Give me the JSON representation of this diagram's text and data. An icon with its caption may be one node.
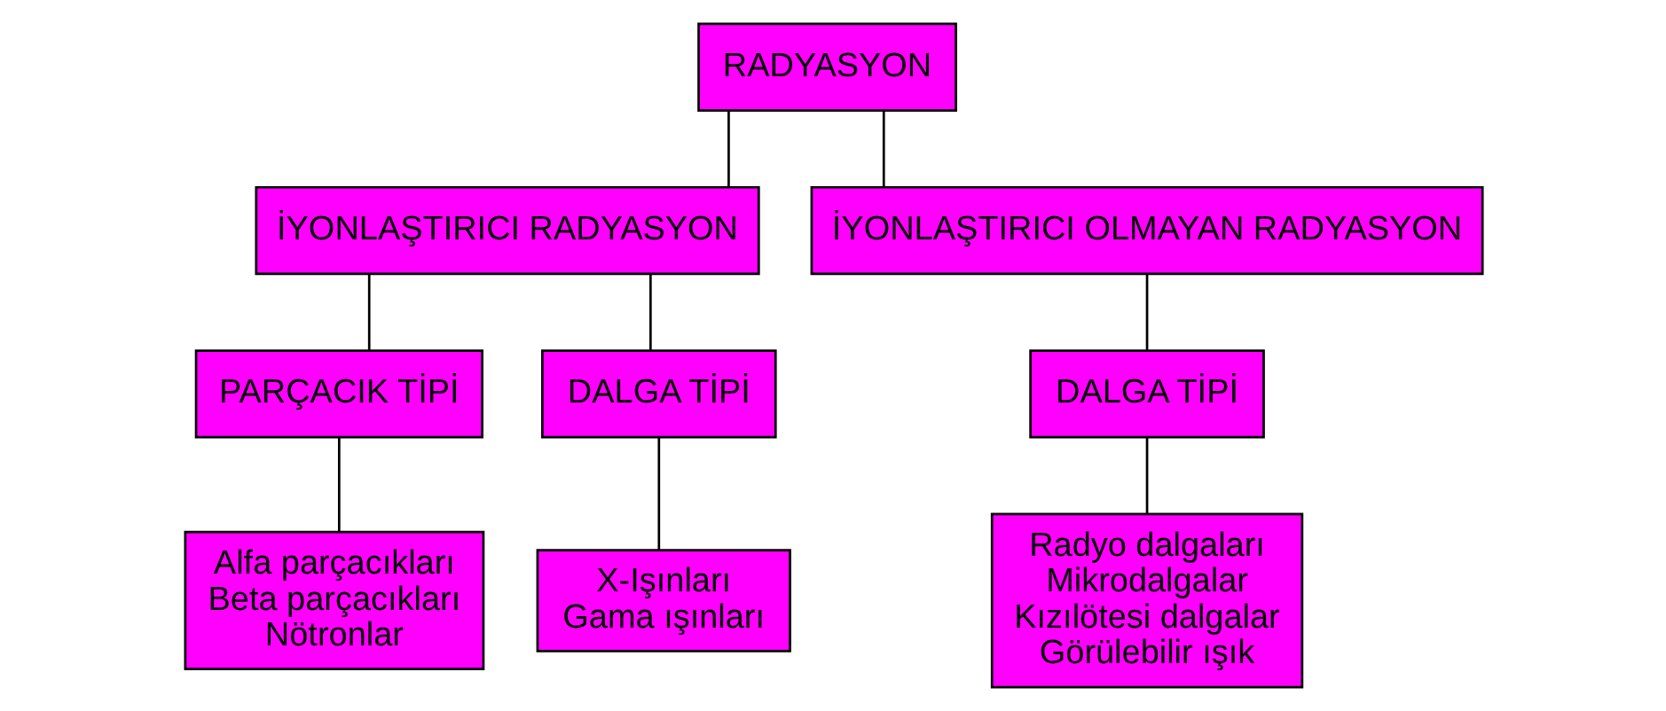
{
  "diagram": {
    "nodes": [
      {
        "text": [
          "RADYASYON"
        ]
      },
      {
        "text": [
          "İYONLAŞTIRICI RADYASYON"
        ]
      },
      {
        "text": [
          "İYONLAŞTIRICI OLMAYAN RADYASYON"
        ]
      },
      {
        "text": [
          "PARÇACIK TİPİ"
        ]
      },
      {
        "text": [
          "DALGA TİPİ"
        ]
      },
      {
        "text": [
          "DALGA TİPİ"
        ]
      },
      {
        "text": [
          "Alfa parçacıkları",
          "Beta parçacıkları",
          "Nötronlar"
        ]
      },
      {
        "text": [
          "X-Işınları",
          "Gama ışınları"
        ]
      },
      {
        "text": [
          "Radyo dalgaları",
          "Mikrodalgalar",
          "Kızılötesi dalgalar",
          "Görülebilir ışık"
        ]
      }
    ],
    "edges": [
      {
        "from": 0,
        "to": 1,
        "arrow": "none"
      },
      {
        "from": 0,
        "to": 2,
        "arrow": "none"
      },
      {
        "from": 1,
        "to": 3,
        "arrow": "none"
      },
      {
        "from": 1,
        "to": 4,
        "arrow": "none"
      },
      {
        "from": 2,
        "to": 5,
        "arrow": "none"
      },
      {
        "from": 3,
        "to": 6,
        "arrow": "none"
      },
      {
        "from": 4,
        "to": 7,
        "arrow": "none"
      },
      {
        "from": 5,
        "to": 8,
        "arrow": "none"
      }
    ]
  }
}
